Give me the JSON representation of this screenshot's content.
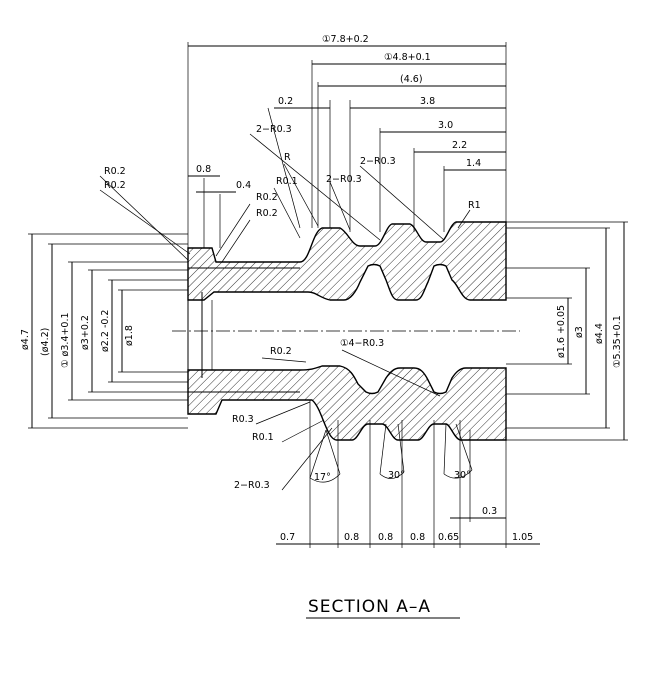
{
  "drawing": {
    "title": "SECTION A–A",
    "dims_top": {
      "total_len": "①7.8+0.2",
      "len_48": "①4.8+0.1",
      "len_46": "(4.6)",
      "len_38": "3.8",
      "len_30": "3.0",
      "len_22": "2.2",
      "len_14": "1.4",
      "len_02": "0.2",
      "len_08": "0.8",
      "len_04": "0.4"
    },
    "dims_bottom": {
      "b1": "0.7",
      "b2": "0.8",
      "b3": "0.8",
      "b4": "0.8",
      "b5": "0.65",
      "b6": "1.05",
      "b7": "0.3"
    },
    "left_diams": {
      "d47": "ø4.7",
      "d42": "(ø4.2)",
      "d34": "① ø3.4+0.1",
      "d3": "ø3+0.2",
      "d22": "ø2.2 -0.2",
      "d18": "ø1.8"
    },
    "right_diams": {
      "d16": "ø1.6 +0.05",
      "d3r": "ø3",
      "d44": "ø4.4",
      "d535": "①5.35+0.1"
    },
    "radii": {
      "r02a": "R0.2",
      "r02b": "R0.2",
      "r02c": "R0.2",
      "r02d": "R0.2",
      "r01a": "R0.1",
      "r": "R",
      "r2r03a": "2−R0.3",
      "r2r03b": "2−R0.3",
      "r2r03c": "2−R0.3",
      "r1": "R1",
      "r02e": "R0.2",
      "r4r03": "①4−R0.3",
      "r03": "R0.3",
      "r01b": "R0.1",
      "r2r03d": "2−R0.3"
    },
    "angles": {
      "a17": "17°",
      "a30a": "30°",
      "a30b": "30°"
    }
  }
}
